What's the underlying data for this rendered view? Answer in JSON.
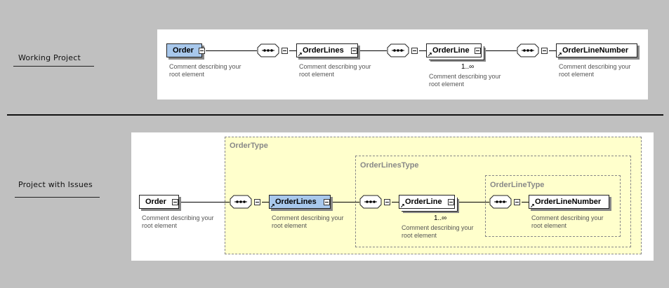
{
  "labels": {
    "working": "Working Project",
    "issues": "Project with Issues"
  },
  "comment": {
    "line1": "Comment describing your",
    "line2": "root element"
  },
  "top": {
    "elements": [
      "Order",
      "OrderLines",
      "OrderLine",
      "OrderLineNumber"
    ],
    "cardinality": "1..∞"
  },
  "bottom": {
    "elements": [
      "Order",
      "OrderLines",
      "OrderLine",
      "OrderLineNumber"
    ],
    "types": [
      "OrderType",
      "OrderLinesType",
      "OrderLineType"
    ],
    "cardinality": "1..∞"
  },
  "colors": {
    "background": "#c0c0c0",
    "selected": "#a8c8ec",
    "type_fill": "#ffffcc"
  }
}
